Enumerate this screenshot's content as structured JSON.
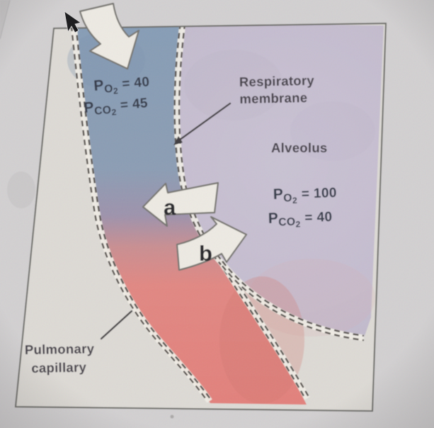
{
  "colors": {
    "photo_bg": "#D2D0D1",
    "box_bg": "#DDDAD5",
    "deoxygenated_blue": "#879DB6",
    "transition_mauve": "#9E93AC",
    "oxygenated_red": "#E2817C",
    "alveolus_lavender": "#C5BDCF",
    "arrow_fill": "#EDEAE3",
    "arrow_outline": "#76746F",
    "membrane_dash": "#56514E",
    "border_gray": "#6B6A66",
    "pressure_text": "#343A49",
    "label_text": "#454149"
  },
  "figure": {
    "capillary_blood": {
      "po2": {
        "base": "P",
        "sub": "O",
        "sub2": "2",
        "value": "= 40"
      },
      "pco2": {
        "base": "P",
        "sub": "CO",
        "sub2": "2",
        "value": "= 45"
      }
    },
    "alveolar_air": {
      "po2": {
        "base": "P",
        "sub": "O",
        "sub2": "2",
        "value": "= 100"
      },
      "pco2": {
        "base": "P",
        "sub": "CO",
        "sub2": "2",
        "value": "= 40"
      }
    },
    "labels": {
      "respiratory_membrane_l1": "Respiratory",
      "respiratory_membrane_l2": "membrane",
      "alveolus": "Alveolus",
      "pulmonary_capillary_l1": "Pulmonary",
      "pulmonary_capillary_l2": "capillary"
    },
    "arrows": {
      "a": "a",
      "b": "b"
    }
  }
}
